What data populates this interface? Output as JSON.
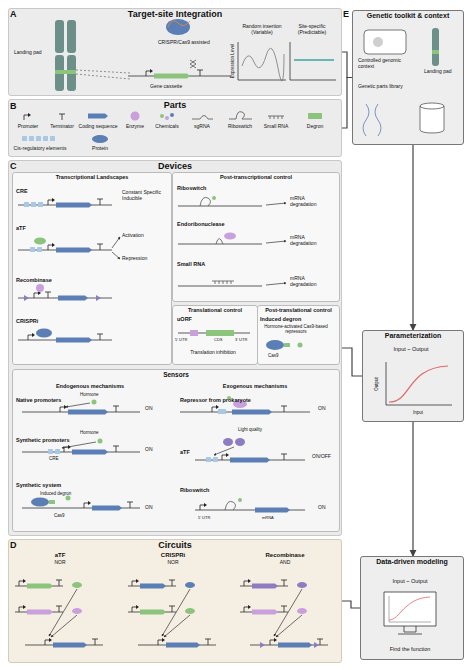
{
  "diagram": {
    "nodes": [
      {
        "text": [
          "Target-site Integration"
        ]
      },
      {
        "text": [
          "Parts"
        ]
      },
      {
        "text": [
          "Devices"
        ]
      },
      {
        "text": [
          "Transcriptional Landscapes"
        ],
        "in": 2
      },
      {
        "text": [
          "Post-transcriptional control"
        ],
        "in": 2
      },
      {
        "text": [
          "Translational control"
        ],
        "in": 2
      },
      {
        "text": [
          "Post-translational control"
        ],
        "in": 2
      },
      {
        "text": [
          "Sensors"
        ],
        "in": 2
      },
      {
        "text": [
          "Circuits"
        ]
      },
      {
        "text": [
          "Genetic toolkit & context"
        ]
      },
      {
        "text": [
          "Parameterization"
        ]
      },
      {
        "text": [
          "Data-driven modeling"
        ]
      }
    ],
    "edges": [
      {
        "from": 0,
        "to": 9,
        "arrow": "none"
      },
      {
        "from": 1,
        "to": 9,
        "arrow": "none"
      },
      {
        "from": 2,
        "to": 10,
        "arrow": "none"
      },
      {
        "from": 8,
        "to": 11,
        "arrow": "none"
      },
      {
        "from": 9,
        "to": 10,
        "arrow": "to"
      },
      {
        "from": 10,
        "to": 11,
        "arrow": "to"
      }
    ],
    "labels": [
      "A",
      "CRISPR/Cas9 assisted",
      "Landing pad",
      "Gene cassette",
      "Random insertion (Variable)",
      "Site-specific (Predictable)",
      "Expression Level",
      "B",
      "Promoter",
      "Terminator",
      "Coding sequence",
      "Enzyme",
      "Chemicals",
      "sgRNA",
      "Riboswitch",
      "Small RNA",
      "Degron",
      "Cis-regulatory elements",
      "Protein",
      "C",
      "CRE",
      "Constant Specific Inducible",
      "aTF",
      "Activation",
      "Repression",
      "Recombinase",
      "CRISPRi",
      "Riboswitch",
      "mRNA degradation",
      "Endoribonuclease",
      "mRNA degradation",
      "Small RNA",
      "mRNA degradation",
      "uORF",
      "Translation inhibition",
      "5' UTR",
      "CDS",
      "3' UTR",
      "Induced degron",
      "Hormone-activated Cas9-based repressors",
      "Cas9",
      "Endogenous mechanisms",
      "Exogenous mechanisms",
      "Native promoters",
      "Hormone",
      "ON",
      "Synthetic promoters",
      "Hormone",
      "CRE",
      "ON",
      "Synthetic system",
      "Induced degron",
      "Cas9",
      "ON",
      "Repressor from prokaryote",
      "ON",
      "Light quality",
      "aTF",
      "ON/OFF",
      "Riboswitch",
      "5' UTR",
      "mRNA",
      "ON",
      "D",
      "aTF",
      "NOR",
      "CRISPRi",
      "NOR",
      "Recombinase",
      "AND",
      "E",
      "Controlled genomic context",
      "Landing pad",
      "Genetic parts library",
      "Input ~ Output",
      "Output",
      "Input",
      "Input ~ Output",
      "Find the function"
    ]
  }
}
